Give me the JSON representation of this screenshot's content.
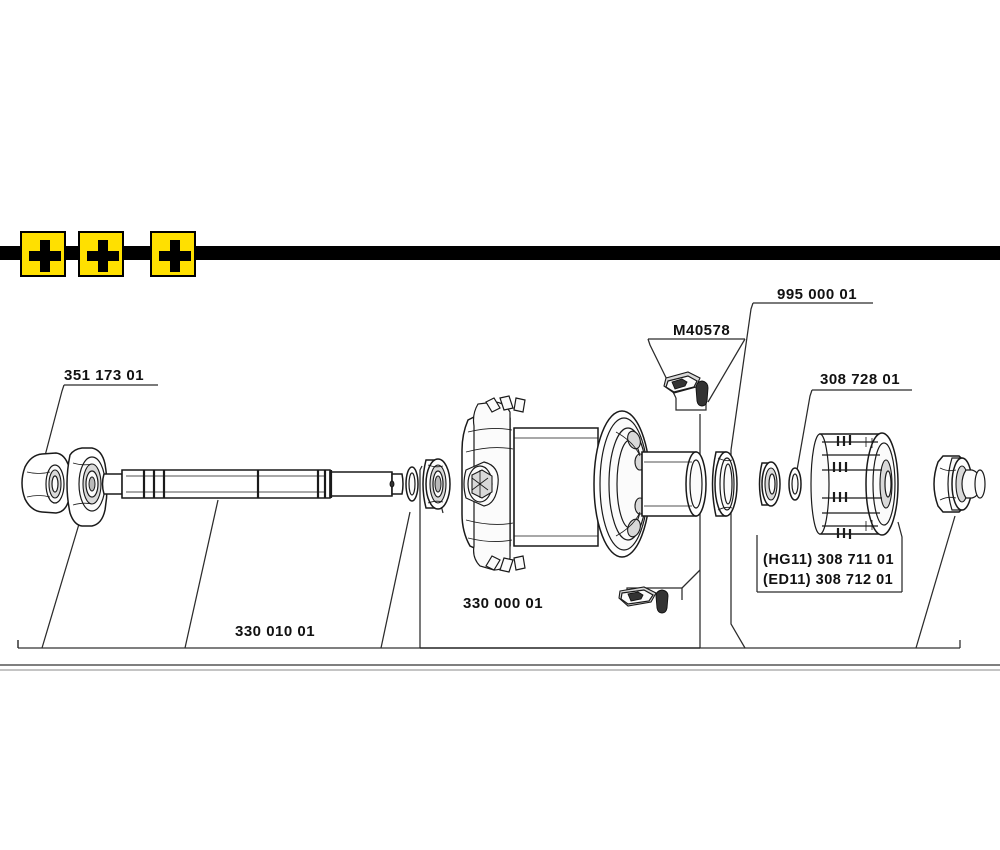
{
  "document": {
    "kind": "exploded-parts-diagram",
    "subject": "bicycle rear hub assembly"
  },
  "marker_bar": {
    "icon": "plus-icon",
    "count": 3,
    "square_color": "#ffe000",
    "plus_color": "#000000",
    "bar_color": "#000000",
    "markers": [
      {
        "symbol": "+"
      },
      {
        "symbol": "+"
      },
      {
        "symbol": "+"
      }
    ]
  },
  "labels": {
    "axle_endcap": "351 173 01",
    "axle": "330 010 01",
    "hub_shell": "330 000 01",
    "pawl_spring_kit": "M40578",
    "seal_ring": "995 000 01",
    "bearing_set": "308 728 01",
    "freehub_body_hg": "(HG11) 308 711 01",
    "freehub_body_ed": "(ED11) 308 712 01",
    "end_nut": "308 728 01"
  },
  "parts": [
    {
      "id": "end-cap-left",
      "name": "left end cap",
      "number": "351 173 01"
    },
    {
      "id": "locknut-left",
      "name": "flanged lock nut",
      "number": "330 010 01"
    },
    {
      "id": "axle",
      "name": "hub axle",
      "number": "330 010 01"
    },
    {
      "id": "spacer",
      "name": "spacer washer",
      "number": "330 010 01"
    },
    {
      "id": "bearing-left",
      "name": "cartridge bearing",
      "number": "308 728 01"
    },
    {
      "id": "hub-shell",
      "name": "hub shell",
      "number": "330 000 01"
    },
    {
      "id": "pawl-kit",
      "name": "pawl and spring kit",
      "number": "M40578"
    },
    {
      "id": "seal-ring",
      "name": "seal ring",
      "number": "995 000 01"
    },
    {
      "id": "bearing-right",
      "name": "cartridge bearing",
      "number": "308 728 01"
    },
    {
      "id": "freehub-body",
      "name": "freehub body",
      "number": "(HG11) 308 711 01"
    },
    {
      "id": "end-nut-right",
      "name": "right end nut",
      "number": "308 728 01"
    }
  ]
}
